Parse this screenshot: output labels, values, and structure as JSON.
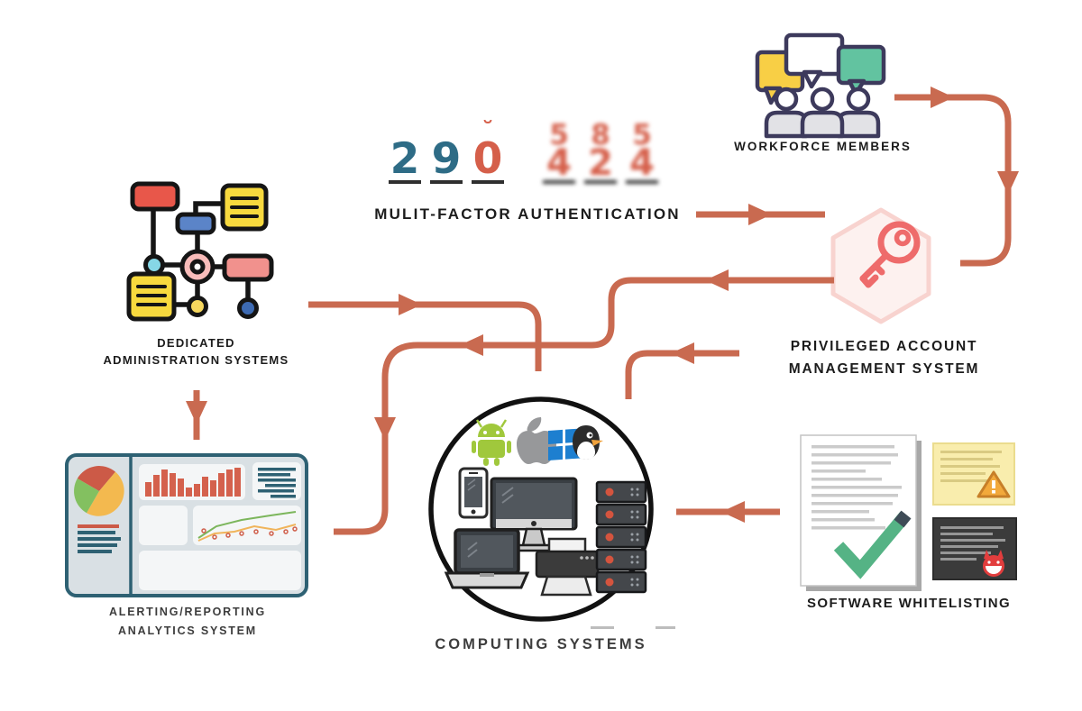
{
  "diagram": {
    "type": "security-architecture-flow",
    "arrow_color": "#c96a50",
    "label_color_dark": "#1c1c1c",
    "label_color_grey": "#3d3d3d"
  },
  "mfa": {
    "label": "MULIT-FACTOR AUTHENTICATION",
    "digit_teal_color": "#2e6c86",
    "digit_orange_color": "#d55f4a",
    "slots": [
      {
        "main": "2",
        "color": "teal",
        "blurred": false
      },
      {
        "main": "9",
        "color": "teal",
        "blurred": false
      },
      {
        "upper": "˘",
        "main": "0",
        "color": "orange",
        "blurred": false
      },
      {
        "upper": "5",
        "main": "4",
        "color": "orange",
        "blurred": true
      },
      {
        "upper": "8",
        "main": "2",
        "color": "orange",
        "blurred": true
      },
      {
        "upper": "5",
        "main": "4",
        "color": "orange",
        "blurred": true
      }
    ]
  },
  "nodes": {
    "workforce": {
      "label": "WORKFORCE MEMBERS",
      "icon": "people-with-speech-bubbles"
    },
    "admin": {
      "label_line1": "DEDICATED",
      "label_line2": "ADMINISTRATION SYSTEMS",
      "icon": "flowchart"
    },
    "pam": {
      "label_line1": "PRIVILEGED ACCOUNT",
      "label_line2": "MANAGEMENT SYSTEM",
      "icon": "key-in-hexagon"
    },
    "analytics": {
      "label_line1": "ALERTING/REPORTING",
      "label_line2": "ANALYTICS SYSTEM",
      "icon": "dashboard"
    },
    "computing": {
      "label": "COMPUTING SYSTEMS",
      "icon": "device-collection",
      "platforms": [
        "android",
        "apple",
        "windows",
        "linux"
      ],
      "devices": [
        "smartphone",
        "desktop-monitor",
        "laptop",
        "printer",
        "server-rack"
      ]
    },
    "whitelisting": {
      "label": "SOFTWARE WHITELISTING",
      "icon": "document-checklist",
      "cards": [
        "approved-document-check",
        "warning-note",
        "malware-card"
      ]
    }
  },
  "edges": [
    {
      "id": "mfa-to-pam",
      "from": "mfa",
      "to": "pam"
    },
    {
      "id": "workforce-to-pam",
      "from": "workforce",
      "to": "pam"
    },
    {
      "id": "admin-to-computing",
      "from": "admin",
      "to": "computing"
    },
    {
      "id": "admin-to-analytics",
      "from": "admin",
      "to": "analytics"
    },
    {
      "id": "pam-to-analytics",
      "from": "pam",
      "to": "analytics"
    },
    {
      "id": "pam-to-computing",
      "from": "pam",
      "to": "computing"
    },
    {
      "id": "whitelisting-to-computing",
      "from": "whitelisting",
      "to": "computing"
    }
  ]
}
